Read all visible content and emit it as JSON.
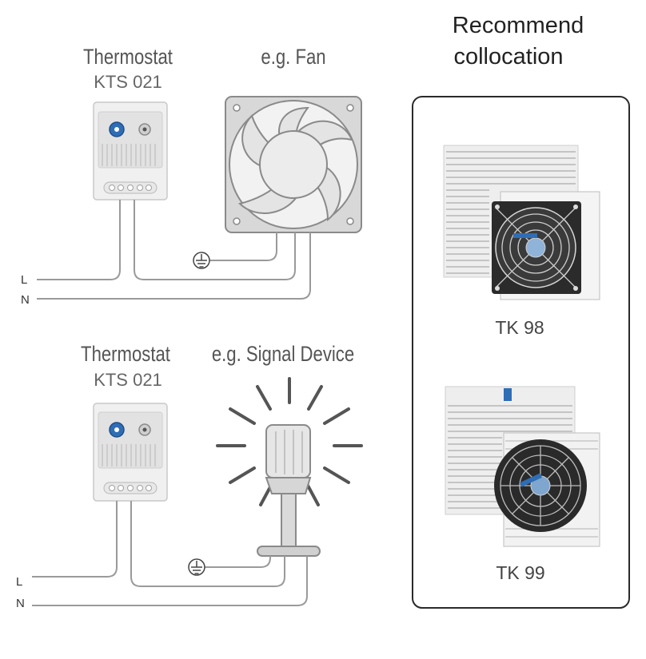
{
  "top_diagram": {
    "thermostat_title": "Thermostat",
    "thermostat_model": "KTS 021",
    "device_label": "e.g. Fan",
    "line_L": "L",
    "line_N": "N"
  },
  "bottom_diagram": {
    "thermostat_title": "Thermostat",
    "thermostat_model": "KTS 021",
    "device_label": "e.g. Signal Device",
    "line_L": "L",
    "line_N": "N"
  },
  "recommend": {
    "heading_line1": "Recommend",
    "heading_line2": "collocation",
    "products": [
      {
        "name": "TK 98"
      },
      {
        "name": "TK 99"
      }
    ]
  },
  "colors": {
    "wire": "#9a9a9a",
    "text_gray": "#555555",
    "panel_border": "#222222",
    "dial_blue": "#2f6db5",
    "fan_fill": "#e6e6e6"
  }
}
